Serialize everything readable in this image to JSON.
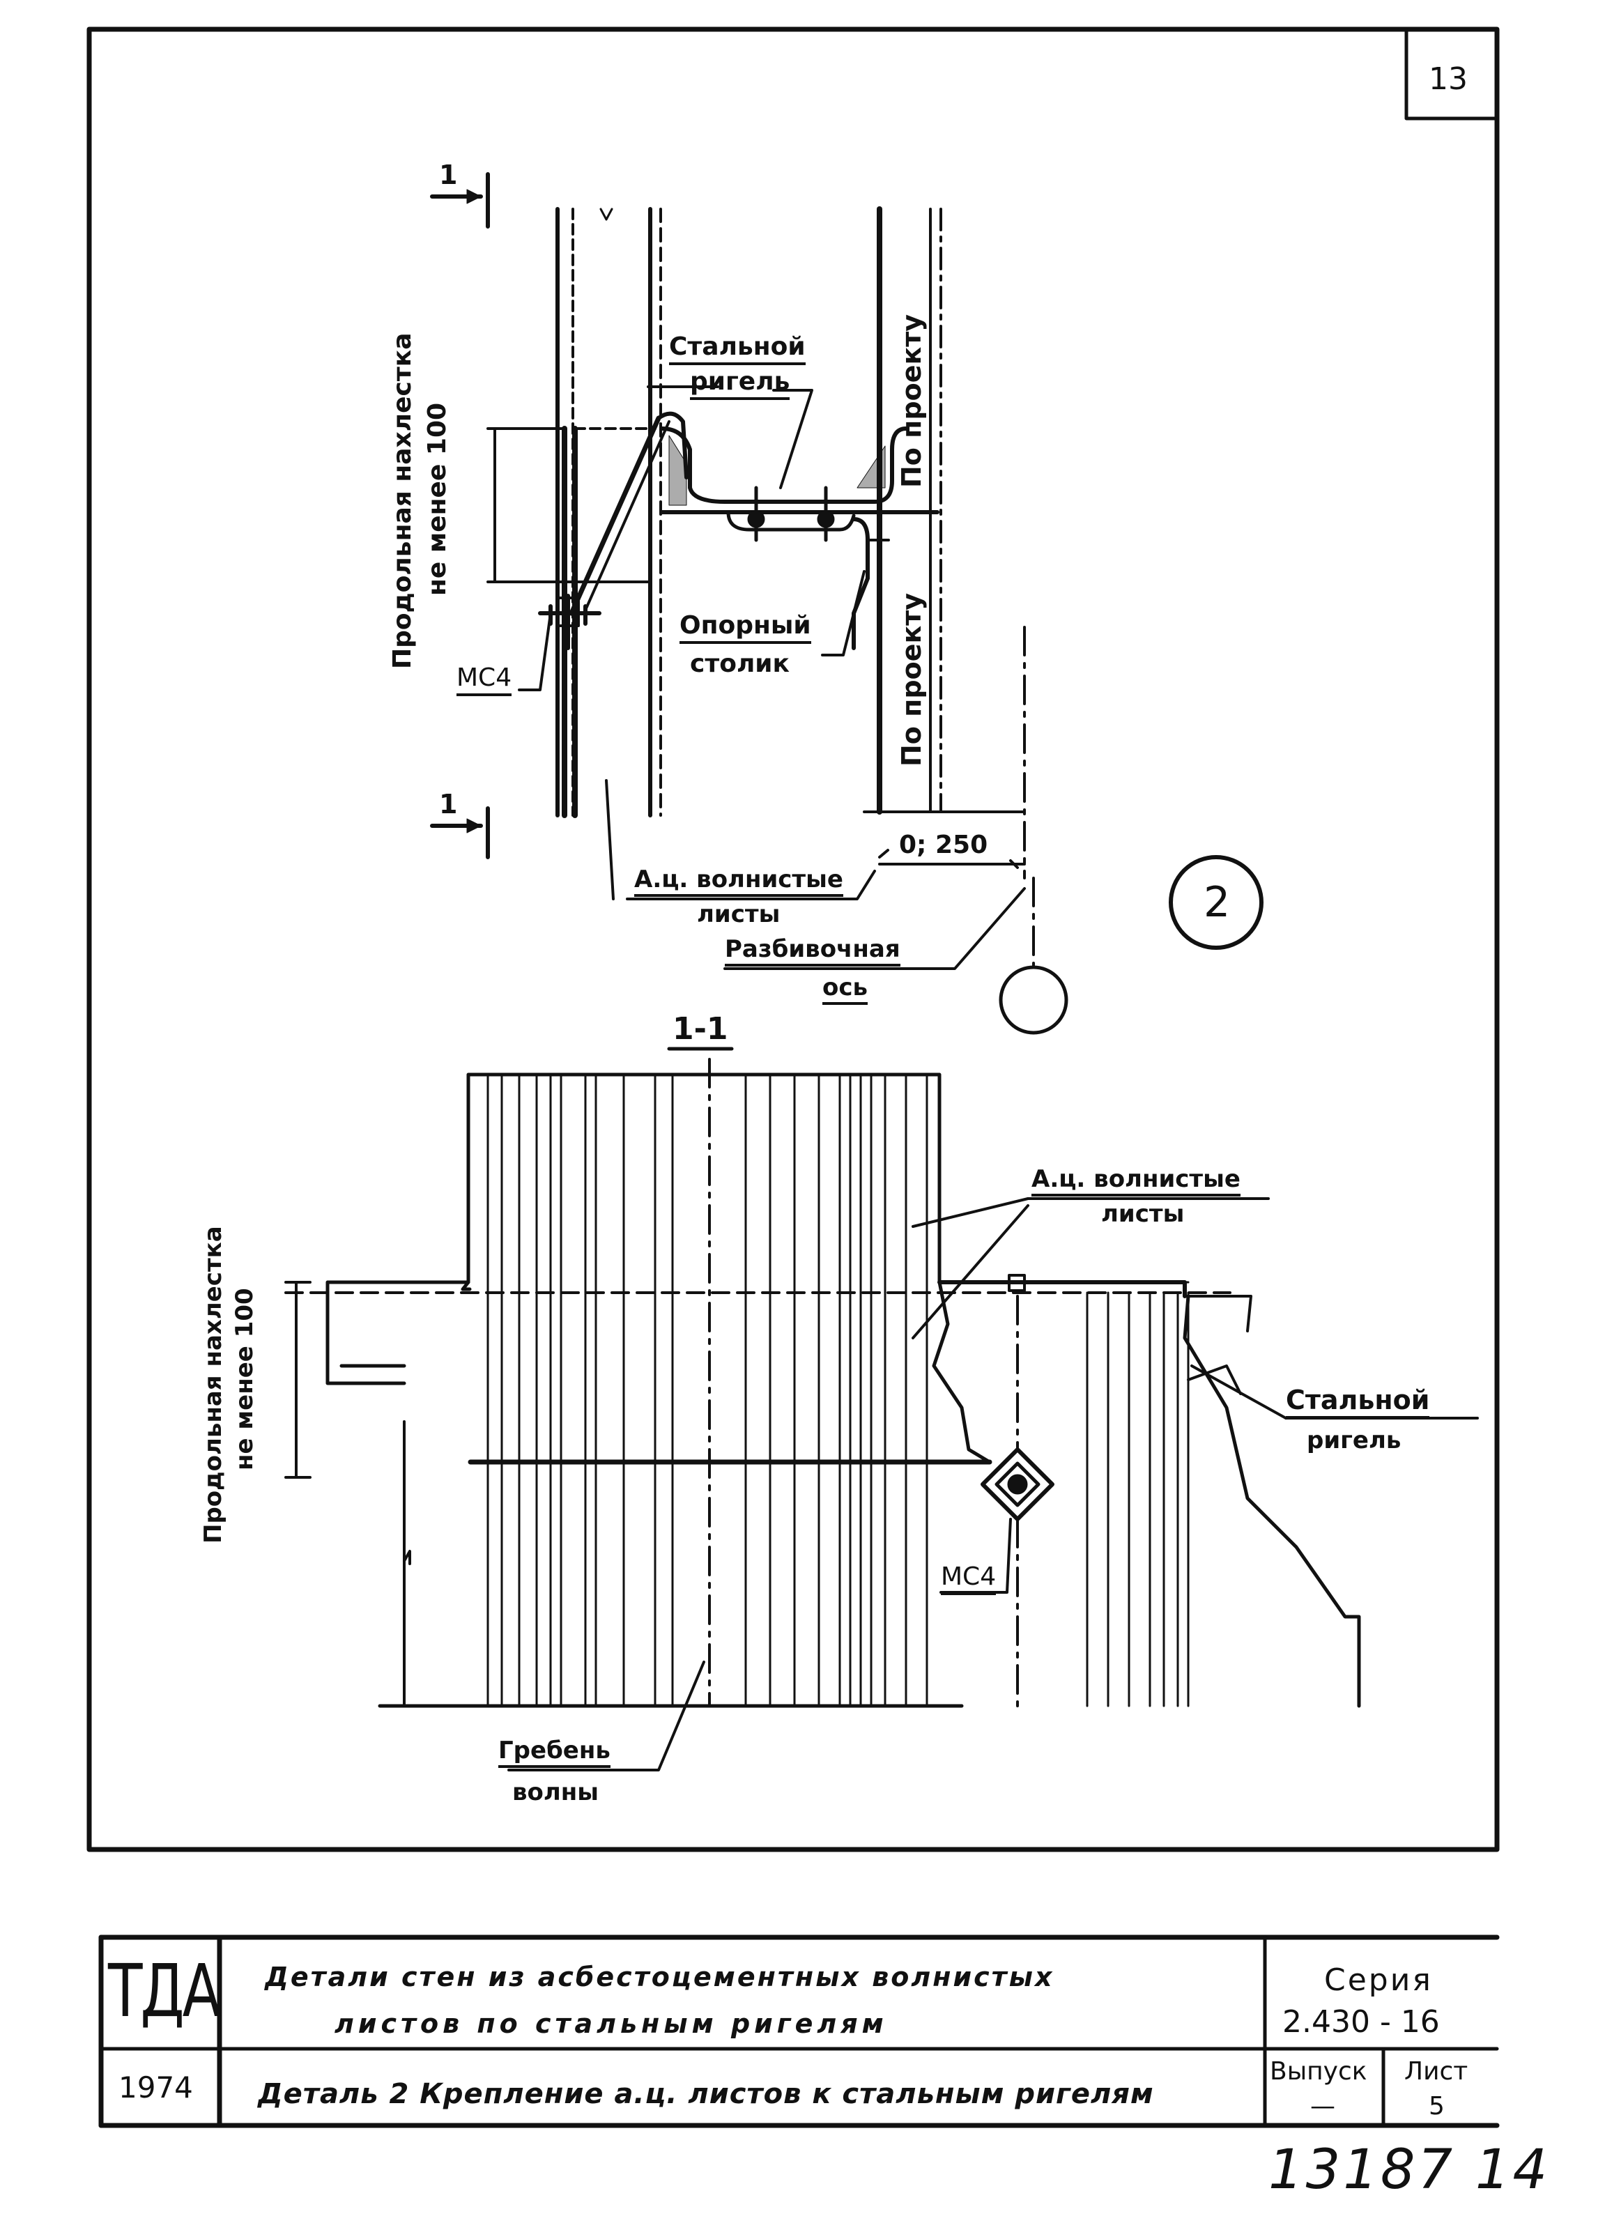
{
  "sheet": {
    "number": "13",
    "stamp": "13187 14"
  },
  "detail": {
    "upper_labels": {
      "cut_mark": "1",
      "steel_rigel": [
        "Стальной",
        "ригель"
      ],
      "support_table": [
        "Опорный",
        "столик"
      ],
      "by_project": "По проекту",
      "overlap": [
        "Продольная нахлестка",
        "не менее 100"
      ],
      "fastener": "МС4",
      "sheets": [
        "А.ц. волнистые",
        "листы"
      ],
      "axis": [
        "Разбивочная",
        "ось"
      ],
      "dimension": "0; 250",
      "detail_number": "2"
    },
    "section": {
      "title": "1-1",
      "sheets": [
        "А.ц. волнистые",
        "листы"
      ],
      "steel_rigel": [
        "Стальной",
        "ригель"
      ],
      "overlap": [
        "Продольная нахлестка",
        "не менее 100"
      ],
      "fastener": "МС4",
      "crest": [
        "Гребень",
        "волны"
      ]
    }
  },
  "title_block": {
    "org": "ТДА",
    "title_line1": "Детали стен из асбестоцементных волнистых",
    "title_line2": "листов по стальным ригелям",
    "series_label": "Серия",
    "series_value": "2.430 - 16",
    "year": "1974",
    "subtitle": "Деталь 2 Крепление а.ц. листов к стальным ригелям",
    "issue_label": "Выпуск",
    "issue_value": "—",
    "sheet_label": "Лист",
    "sheet_value": "5"
  }
}
